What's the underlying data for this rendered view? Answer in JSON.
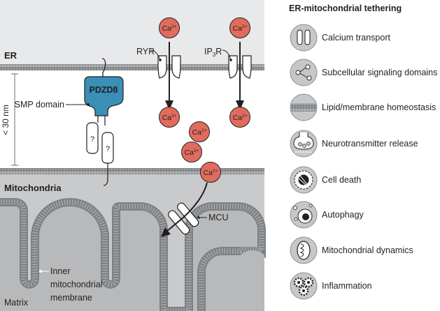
{
  "diagram": {
    "labels": {
      "er": "ER",
      "mitochondria": "Mitochondria",
      "distance": "< 30 nm",
      "pdzd8": "PDZD8",
      "smp_domain": "SMP domain",
      "unknown1": "?",
      "unknown2": "?",
      "ryr": "RYR",
      "ip3r_main": "IP",
      "ip3r_sub": "3",
      "ip3r_end": "R",
      "mcu": "MCU",
      "matrix": "Matrix",
      "inner_membrane_1": "Inner",
      "inner_membrane_2": "mitochondrial",
      "inner_membrane_3": "membrane"
    },
    "calcium": {
      "base": "Ca",
      "charge": "2+"
    },
    "colors": {
      "er_fill": "#e8e9ea",
      "mito_fill": "#c9cacb",
      "membrane": "#8c8f92",
      "calcium": "#e06c5e",
      "pdzd8": "#3a8fb7"
    }
  },
  "legend": {
    "title": "ER-mitochondrial tethering",
    "items": [
      {
        "label": "Calcium transport",
        "icon": "calcium-transport-icon"
      },
      {
        "label": "Subcellular signaling domains",
        "icon": "signaling-domains-icon"
      },
      {
        "label": "Lipid/membrane homeostasis",
        "icon": "lipid-homeostasis-icon"
      },
      {
        "label": "Neurotransmitter release",
        "icon": "neurotransmitter-icon"
      },
      {
        "label": "Cell death",
        "icon": "cell-death-icon"
      },
      {
        "label": "Autophagy",
        "icon": "autophagy-icon"
      },
      {
        "label": "Mitochondrial dynamics",
        "icon": "mito-dynamics-icon"
      },
      {
        "label": "Inflammation",
        "icon": "inflammation-icon"
      }
    ]
  }
}
